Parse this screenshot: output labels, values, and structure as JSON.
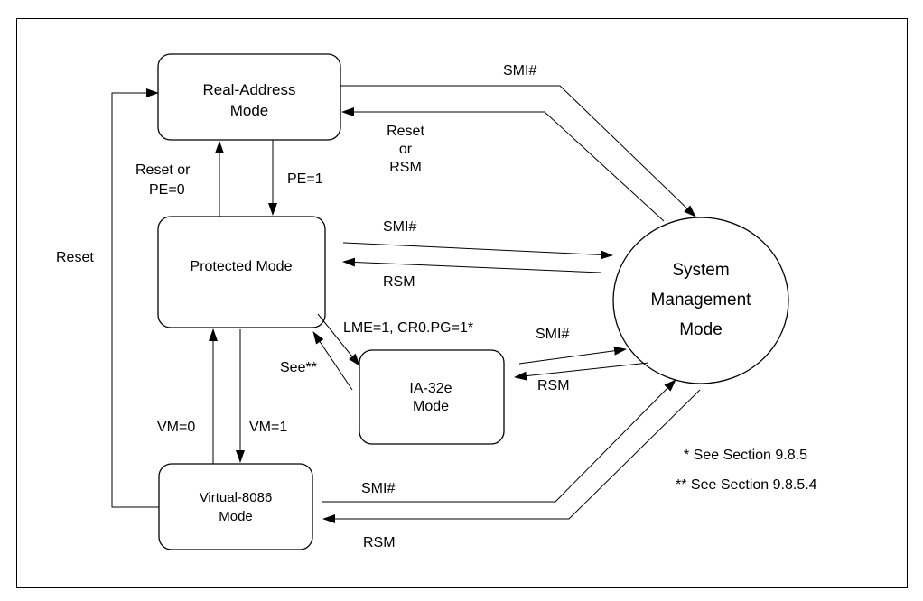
{
  "states": {
    "real_address": [
      "Real-Address",
      "Mode"
    ],
    "protected": "Protected Mode",
    "ia32e": [
      "IA-32e",
      "Mode"
    ],
    "virtual8086": [
      "Virtual-8086",
      "Mode"
    ],
    "smm": [
      "System",
      "Management",
      "Mode"
    ]
  },
  "transitions": {
    "reset_left": "Reset",
    "reset_or_pe0": [
      "Reset or",
      "PE=0"
    ],
    "pe1": "PE=1",
    "lme": "LME=1, CR0.PG=1*",
    "see": "See**",
    "vm0": "VM=0",
    "vm1": "VM=1",
    "smi_real": "SMI#",
    "reset_or_rsm": [
      "Reset",
      "or",
      "RSM"
    ],
    "smi_protected": "SMI#",
    "rsm_protected": "RSM",
    "smi_ia32e": "SMI#",
    "rsm_ia32e": "RSM",
    "smi_v86": "SMI#",
    "rsm_v86": "RSM"
  },
  "notes": [
    "* See Section 9.8.5",
    "** See Section 9.8.5.4"
  ]
}
